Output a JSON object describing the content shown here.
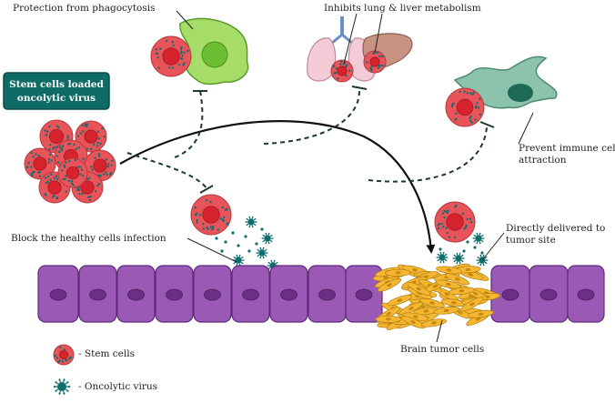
{
  "title_box": {
    "line1": "Stem cells loaded",
    "line2": "oncolytic virus"
  },
  "labels": {
    "phagocytosis": "Protection from phagocytosis",
    "lung_liver": "Inhibits lung & liver metabolism",
    "immune_line1": "Prevent immune cells",
    "immune_line2": "attraction",
    "healthy": "Block the healthy cells infection",
    "tumor_site_line1": "Directly delivered to",
    "tumor_site_line2": "tumor site",
    "brain_tumor": "Brain tumor cells"
  },
  "legend": {
    "stem_cells": "- Stem cells",
    "oncolytic_virus": "- Oncolytic virus"
  },
  "colors": {
    "stem_cell": "#e8545a",
    "stem_nucleus": "#d6232e",
    "virus": "#0e6e6e",
    "title_box": "#0f6b66",
    "healthy_cell": "#9b59b6",
    "tumor_cell": "#f5b731",
    "phagocyte": "#9cd65a",
    "immune_cell": "#7fb8a0"
  }
}
